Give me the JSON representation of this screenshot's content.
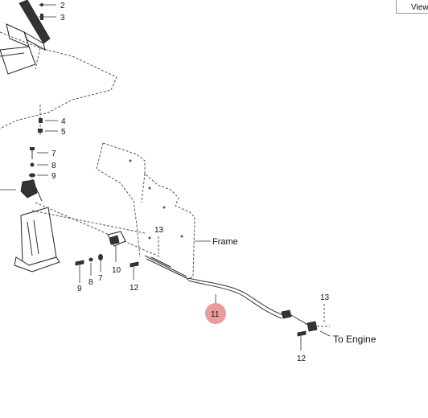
{
  "header": {
    "view_label": "View"
  },
  "callouts": {
    "c2": "2",
    "c3": "3",
    "c4": "4",
    "c5": "5",
    "c7a": "7",
    "c8a": "8",
    "c9a": "9",
    "c9b": "9",
    "c8b": "8",
    "c7b": "7",
    "c10": "10",
    "c12a": "12",
    "c13a": "13",
    "c13b": "13",
    "c12b": "12",
    "c11": "11"
  },
  "labels": {
    "frame": "Frame",
    "to_engine": "To Engine"
  },
  "colors": {
    "highlight": "#e88a8a",
    "line": "#333333"
  }
}
